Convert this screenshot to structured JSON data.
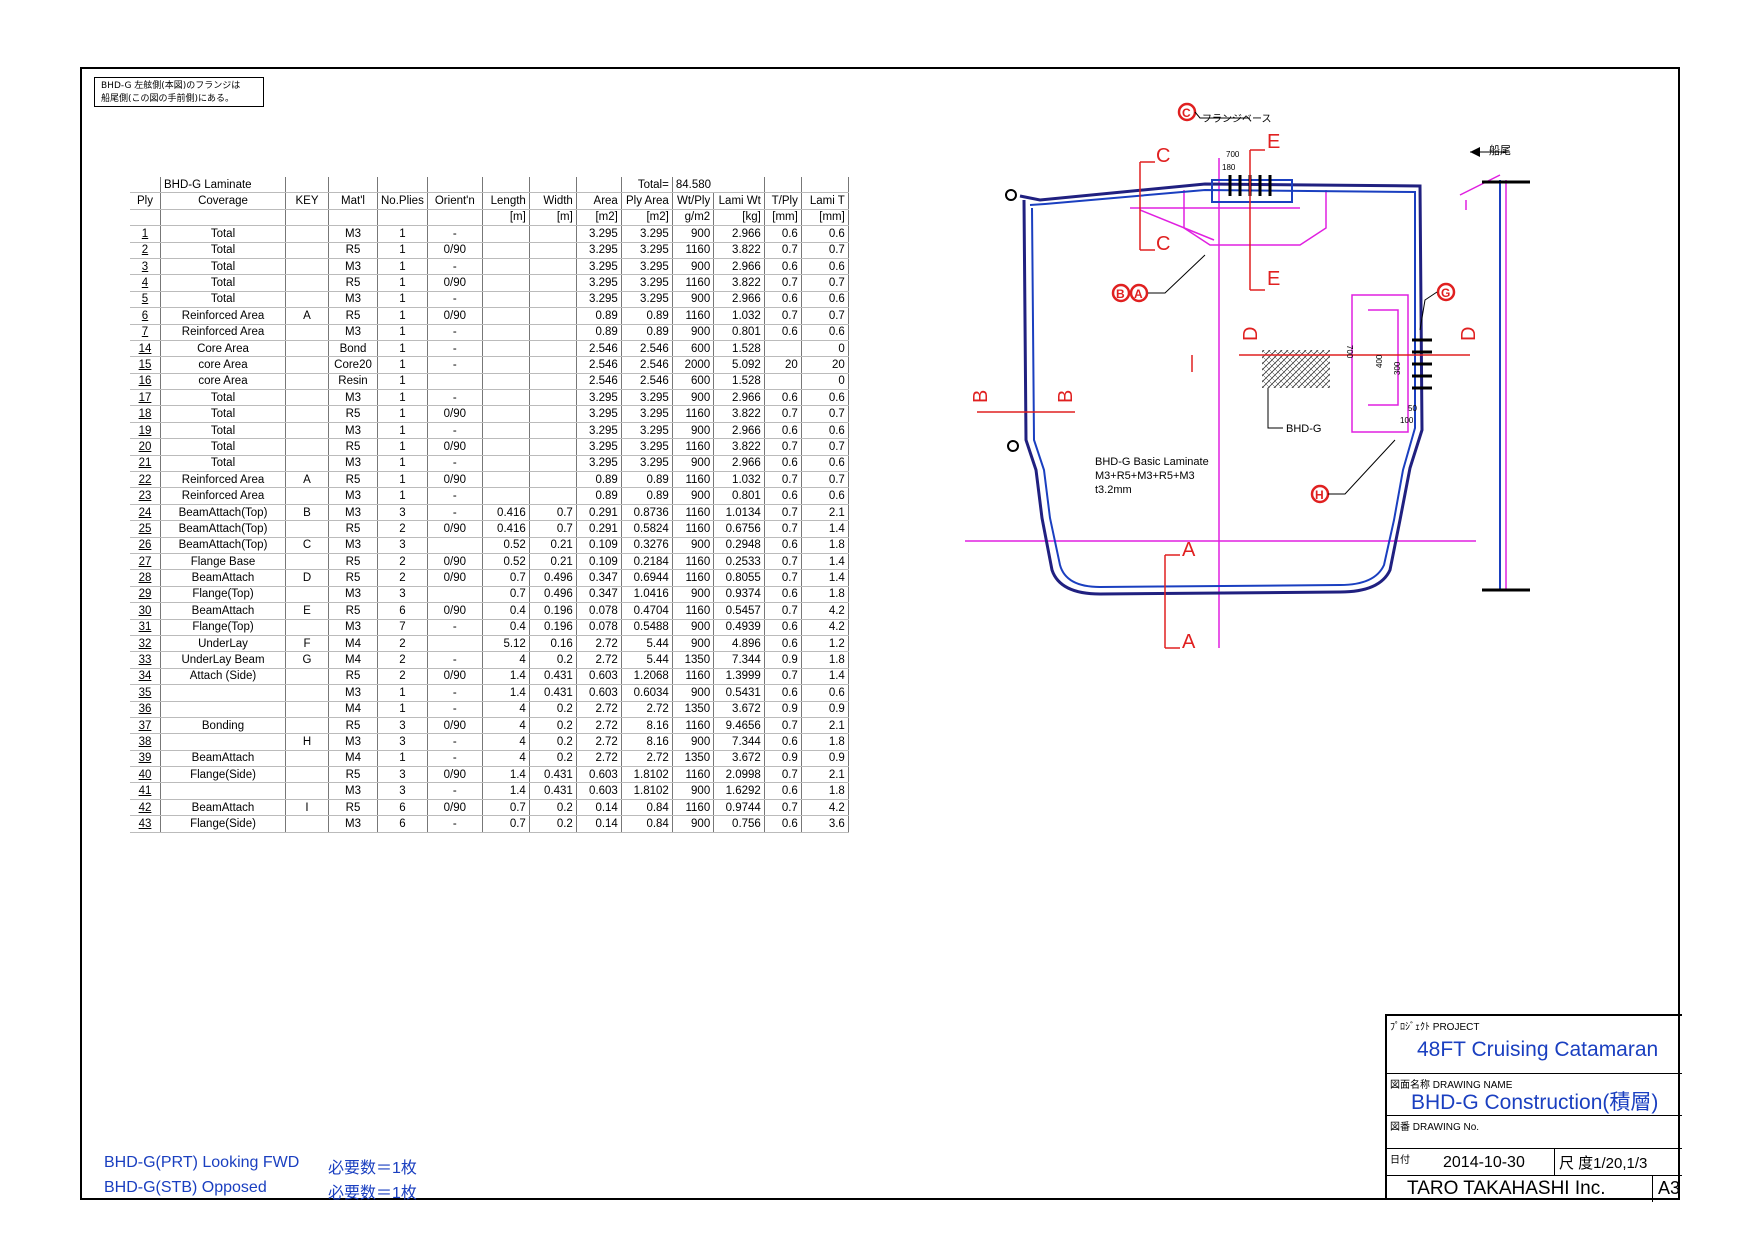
{
  "note": {
    "line1": "BHD-G 左舷側(本図)のフランジは",
    "line2": "船尾側(この図の手前側)にある。"
  },
  "laminate_table": {
    "title": "BHD-G Laminate",
    "total_label": "Total=",
    "total_value": "84.580",
    "headers": [
      "Ply",
      "Coverage",
      "KEY",
      "Mat'l",
      "No.Plies",
      "Orient'n",
      "Length",
      "Width",
      "Area",
      "Ply Area",
      "Wt/Ply",
      "Lami Wt",
      "T/Ply",
      "Lami T"
    ],
    "units": [
      "",
      "",
      "",
      "",
      "",
      "",
      "[m]",
      "[m]",
      "[m2]",
      "[m2]",
      "g/m2",
      "[kg]",
      "[mm]",
      "[mm]"
    ],
    "rows": [
      [
        "1",
        "Total",
        "",
        "M3",
        "1",
        "-",
        "",
        "",
        "3.295",
        "3.295",
        "900",
        "2.966",
        "0.6",
        "0.6"
      ],
      [
        "2",
        "Total",
        "",
        "R5",
        "1",
        "0/90",
        "",
        "",
        "3.295",
        "3.295",
        "1160",
        "3.822",
        "0.7",
        "0.7"
      ],
      [
        "3",
        "Total",
        "",
        "M3",
        "1",
        "-",
        "",
        "",
        "3.295",
        "3.295",
        "900",
        "2.966",
        "0.6",
        "0.6"
      ],
      [
        "4",
        "Total",
        "",
        "R5",
        "1",
        "0/90",
        "",
        "",
        "3.295",
        "3.295",
        "1160",
        "3.822",
        "0.7",
        "0.7"
      ],
      [
        "5",
        "Total",
        "",
        "M3",
        "1",
        "-",
        "",
        "",
        "3.295",
        "3.295",
        "900",
        "2.966",
        "0.6",
        "0.6"
      ],
      [
        "6",
        "Reinforced Area",
        "A",
        "R5",
        "1",
        "0/90",
        "",
        "",
        "0.89",
        "0.89",
        "1160",
        "1.032",
        "0.7",
        "0.7"
      ],
      [
        "7",
        "Reinforced Area",
        "",
        "M3",
        "1",
        "-",
        "",
        "",
        "0.89",
        "0.89",
        "900",
        "0.801",
        "0.6",
        "0.6"
      ],
      [
        "14",
        "Core Area",
        "",
        "Bond",
        "1",
        "-",
        "",
        "",
        "2.546",
        "2.546",
        "600",
        "1.528",
        "",
        "0"
      ],
      [
        "15",
        "core Area",
        "",
        "Core20",
        "1",
        "-",
        "",
        "",
        "2.546",
        "2.546",
        "2000",
        "5.092",
        "20",
        "20"
      ],
      [
        "16",
        "core Area",
        "",
        "Resin",
        "1",
        "",
        "",
        "",
        "2.546",
        "2.546",
        "600",
        "1.528",
        "",
        "0"
      ],
      [
        "17",
        "Total",
        "",
        "M3",
        "1",
        "-",
        "",
        "",
        "3.295",
        "3.295",
        "900",
        "2.966",
        "0.6",
        "0.6"
      ],
      [
        "18",
        "Total",
        "",
        "R5",
        "1",
        "0/90",
        "",
        "",
        "3.295",
        "3.295",
        "1160",
        "3.822",
        "0.7",
        "0.7"
      ],
      [
        "19",
        "Total",
        "",
        "M3",
        "1",
        "-",
        "",
        "",
        "3.295",
        "3.295",
        "900",
        "2.966",
        "0.6",
        "0.6"
      ],
      [
        "20",
        "Total",
        "",
        "R5",
        "1",
        "0/90",
        "",
        "",
        "3.295",
        "3.295",
        "1160",
        "3.822",
        "0.7",
        "0.7"
      ],
      [
        "21",
        "Total",
        "",
        "M3",
        "1",
        "-",
        "",
        "",
        "3.295",
        "3.295",
        "900",
        "2.966",
        "0.6",
        "0.6"
      ],
      [
        "22",
        "Reinforced Area",
        "A",
        "R5",
        "1",
        "0/90",
        "",
        "",
        "0.89",
        "0.89",
        "1160",
        "1.032",
        "0.7",
        "0.7"
      ],
      [
        "23",
        "Reinforced Area",
        "",
        "M3",
        "1",
        "-",
        "",
        "",
        "0.89",
        "0.89",
        "900",
        "0.801",
        "0.6",
        "0.6"
      ],
      [
        "24",
        "BeamAttach(Top)",
        "B",
        "M3",
        "3",
        "-",
        "0.416",
        "0.7",
        "0.291",
        "0.8736",
        "1160",
        "1.0134",
        "0.7",
        "2.1"
      ],
      [
        "25",
        "BeamAttach(Top)",
        "",
        "R5",
        "2",
        "0/90",
        "0.416",
        "0.7",
        "0.291",
        "0.5824",
        "1160",
        "0.6756",
        "0.7",
        "1.4"
      ],
      [
        "26",
        "BeamAttach(Top)",
        "C",
        "M3",
        "3",
        "",
        "0.52",
        "0.21",
        "0.109",
        "0.3276",
        "900",
        "0.2948",
        "0.6",
        "1.8"
      ],
      [
        "27",
        "Flange Base",
        "",
        "R5",
        "2",
        "0/90",
        "0.52",
        "0.21",
        "0.109",
        "0.2184",
        "1160",
        "0.2533",
        "0.7",
        "1.4"
      ],
      [
        "28",
        "BeamAttach",
        "D",
        "R5",
        "2",
        "0/90",
        "0.7",
        "0.496",
        "0.347",
        "0.6944",
        "1160",
        "0.8055",
        "0.7",
        "1.4"
      ],
      [
        "29",
        "Flange(Top)",
        "",
        "M3",
        "3",
        "",
        "0.7",
        "0.496",
        "0.347",
        "1.0416",
        "900",
        "0.9374",
        "0.6",
        "1.8"
      ],
      [
        "30",
        "BeamAttach",
        "E",
        "R5",
        "6",
        "0/90",
        "0.4",
        "0.196",
        "0.078",
        "0.4704",
        "1160",
        "0.5457",
        "0.7",
        "4.2"
      ],
      [
        "31",
        "Flange(Top)",
        "",
        "M3",
        "7",
        "-",
        "0.4",
        "0.196",
        "0.078",
        "0.5488",
        "900",
        "0.4939",
        "0.6",
        "4.2"
      ],
      [
        "32",
        "UnderLay",
        "F",
        "M4",
        "2",
        "",
        "5.12",
        "0.16",
        "2.72",
        "5.44",
        "900",
        "4.896",
        "0.6",
        "1.2"
      ],
      [
        "33",
        "UnderLay  Beam",
        "G",
        "M4",
        "2",
        "-",
        "4",
        "0.2",
        "2.72",
        "5.44",
        "1350",
        "7.344",
        "0.9",
        "1.8"
      ],
      [
        "34",
        "Attach (Side)",
        "",
        "R5",
        "2",
        "0/90",
        "1.4",
        "0.431",
        "0.603",
        "1.2068",
        "1160",
        "1.3999",
        "0.7",
        "1.4"
      ],
      [
        "35",
        "",
        "",
        "M3",
        "1",
        "-",
        "1.4",
        "0.431",
        "0.603",
        "0.6034",
        "900",
        "0.5431",
        "0.6",
        "0.6"
      ],
      [
        "36",
        "",
        "",
        "M4",
        "1",
        "-",
        "4",
        "0.2",
        "2.72",
        "2.72",
        "1350",
        "3.672",
        "0.9",
        "0.9"
      ],
      [
        "37",
        "Bonding",
        "",
        "R5",
        "3",
        "0/90",
        "4",
        "0.2",
        "2.72",
        "8.16",
        "1160",
        "9.4656",
        "0.7",
        "2.1"
      ],
      [
        "38",
        "",
        "H",
        "M3",
        "3",
        "-",
        "4",
        "0.2",
        "2.72",
        "8.16",
        "900",
        "7.344",
        "0.6",
        "1.8"
      ],
      [
        "39",
        "BeamAttach",
        "",
        "M4",
        "1",
        "-",
        "4",
        "0.2",
        "2.72",
        "2.72",
        "1350",
        "3.672",
        "0.9",
        "0.9"
      ],
      [
        "40",
        "Flange(Side)",
        "",
        "R5",
        "3",
        "0/90",
        "1.4",
        "0.431",
        "0.603",
        "1.8102",
        "1160",
        "2.0998",
        "0.7",
        "2.1"
      ],
      [
        "41",
        "",
        "",
        "M3",
        "3",
        "-",
        "1.4",
        "0.431",
        "0.603",
        "1.8102",
        "900",
        "1.6292",
        "0.6",
        "1.8"
      ],
      [
        "42",
        "BeamAttach",
        "I",
        "R5",
        "6",
        "0/90",
        "0.7",
        "0.2",
        "0.14",
        "0.84",
        "1160",
        "0.9744",
        "0.7",
        "4.2"
      ],
      [
        "43",
        "Flange(Side)",
        "",
        "M3",
        "6",
        "-",
        "0.7",
        "0.2",
        "0.14",
        "0.84",
        "900",
        "0.756",
        "0.6",
        "3.6"
      ]
    ]
  },
  "drawing": {
    "label_flange_base": "フランジベース",
    "label_stern": "船尾",
    "label_bhdg": "BHD-G",
    "basic_laminate_1": "BHD-G Basic Laminate",
    "basic_laminate_2": "M3+R5+M3+R5+M3",
    "basic_laminate_3": "t3.2mm",
    "section_A": "A",
    "section_B": "B",
    "section_C": "C",
    "section_D": "D",
    "section_E": "E",
    "circle_A": "A",
    "circle_B": "B",
    "circle_C": "C",
    "circle_G": "G",
    "circle_H": "H",
    "dim_700_top": "700",
    "dim_180": "180",
    "dim_700_side": "700",
    "dim_400": "400",
    "dim_300": "300",
    "dim_50": "50",
    "dim_100": "100"
  },
  "requirements": [
    {
      "label": "BHD-G(PRT) Looking FWD",
      "qty": "必要数＝1枚"
    },
    {
      "label": "BHD-G(STB) Opposed",
      "qty": "必要数＝1枚"
    }
  ],
  "title_block": {
    "project_label": "ﾌﾟﾛｼﾞｪｸﾄ  PROJECT",
    "project_value": "48FT Cruising Catamaran",
    "drawing_name_label": "図面名称  DRAWING  NAME",
    "drawing_name_value": "BHD-G  Construction(積層)",
    "drawing_no_label": "図番  DRAWING No.",
    "date_label": "日付",
    "date_value": "2014-10-30",
    "scale_value": "尺 度1/20,1/3",
    "company": "TARO TAKAHASHI Inc.",
    "size": "A3"
  }
}
